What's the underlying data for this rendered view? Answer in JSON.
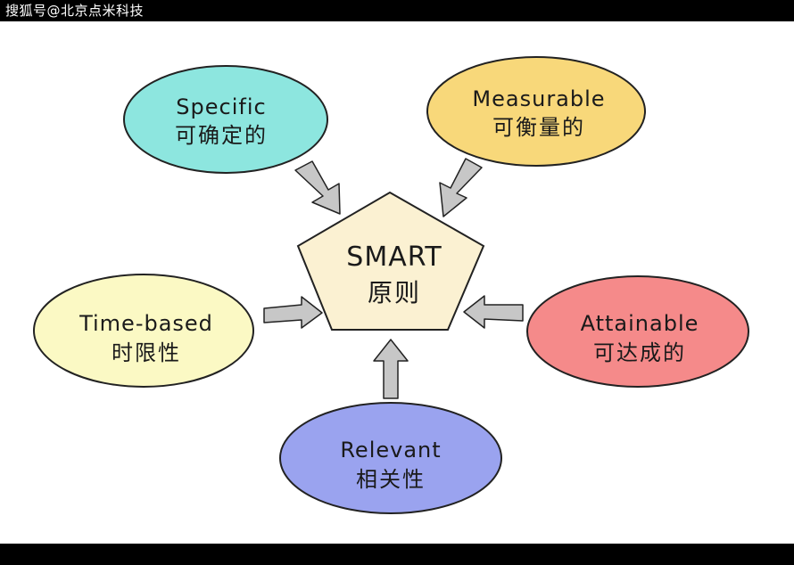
{
  "watermark": "搜狐号@北京点米科技",
  "center": {
    "title": "SMART",
    "subtitle": "原则",
    "fill": "#fbf1d2"
  },
  "nodes": {
    "specific": {
      "en": "Specific",
      "cn": "可确定的",
      "fill": "#8de6df"
    },
    "measurable": {
      "en": "Measurable",
      "cn": "可衡量的",
      "fill": "#f8d87a"
    },
    "attainable": {
      "en": "Attainable",
      "cn": "可达成的",
      "fill": "#f58a8a"
    },
    "relevant": {
      "en": "Relevant",
      "cn": "相关性",
      "fill": "#9aa3ef"
    },
    "timebased": {
      "en": "Time-based",
      "cn": "时限性",
      "fill": "#fbf9c4"
    }
  },
  "colors": {
    "arrow": "#c7c7c7",
    "stroke": "#222222"
  }
}
